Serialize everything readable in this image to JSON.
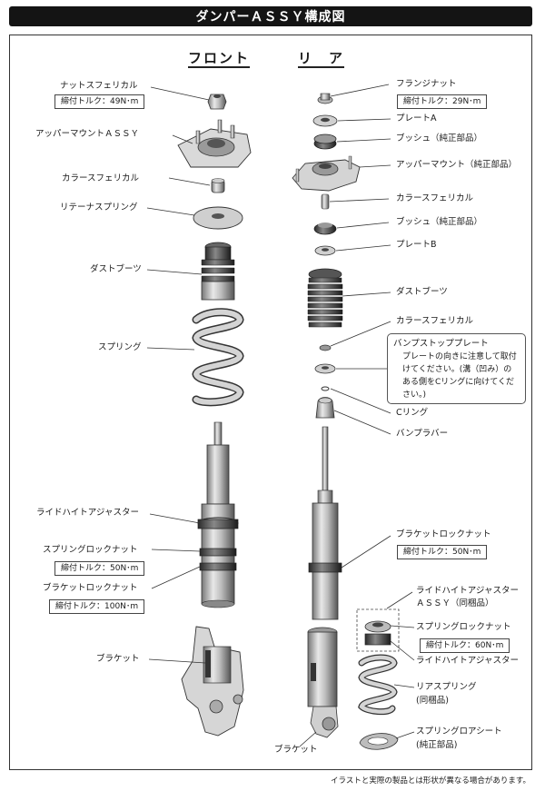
{
  "title": "ダンパーＡＳＳＹ構成図",
  "front": {
    "heading": "フロント",
    "labels": {
      "nut_spherical": "ナットスフェリカル",
      "torque_49": "締付トルク：49N･m",
      "upper_mount_assy": "アッパーマウントＡＳＳＹ",
      "collar_spherical": "カラースフェリカル",
      "retainer_spring": "リテーナスプリング",
      "dust_boot": "ダストブーツ",
      "spring": "スプリング",
      "ride_height_adjuster": "ライドハイトアジャスター",
      "spring_lock_nut": "スプリングロックナット",
      "torque_50": "締付トルク：50N･m",
      "bracket_lock_nut": "ブラケットロックナット",
      "torque_100": "締付トルク：100N･m",
      "bracket": "ブラケット"
    }
  },
  "rear": {
    "heading": "リ　ア",
    "labels": {
      "flange_nut": "フランジナット",
      "torque_29": "締付トルク：29N･m",
      "plate_a": "プレートA",
      "bush_1": "ブッシュ（純正部品）",
      "upper_mount": "アッパーマウント（純正部品）",
      "collar_spherical_1": "カラースフェリカル",
      "bush_2": "ブッシュ（純正部品）",
      "plate_b": "プレートB",
      "dust_boot": "ダストブーツ",
      "collar_spherical_2": "カラースフェリカル",
      "c_ring": "Cリング",
      "bump_rubber": "バンプラバー",
      "bracket_lock_nut": "ブラケットロックナット",
      "torque_50": "締付トルク：50N･m",
      "ride_height_adjuster_assy_1": "ライドハイトアジャスター",
      "ride_height_adjuster_assy_2": "ＡＳＳＹ（同梱品）",
      "spring_lock_nut": "スプリングロックナット",
      "torque_60": "締付トルク：60N･m",
      "ride_height_adjuster": "ライドハイトアジャスター",
      "rear_spring_1": "リアスプリング",
      "rear_spring_2": "(同梱品)",
      "spring_lower_seat_1": "スプリングロアシート",
      "spring_lower_seat_2": "(純正部品)",
      "bracket": "ブラケット"
    },
    "note": {
      "title": "バンプストッププレート",
      "body": "プレートの向きに注意して取付けてください。(溝（凹み）のある側をCリングに向けてください。)"
    }
  },
  "footnote": "イラストと実際の製品とは形状が異なる場合があります。"
}
